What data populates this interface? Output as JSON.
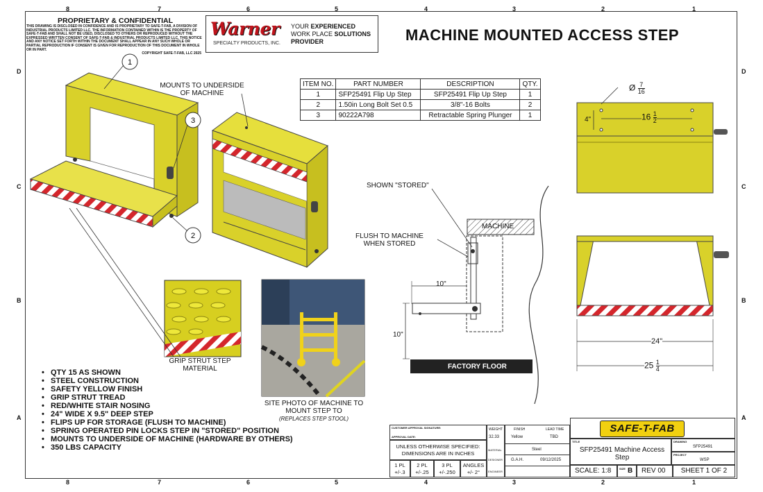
{
  "zones": {
    "top": [
      "8",
      "7",
      "6",
      "5",
      "4",
      "3",
      "2",
      "1"
    ],
    "bottom": [
      "8",
      "7",
      "6",
      "5",
      "4",
      "3",
      "2",
      "1"
    ],
    "left": [
      "D",
      "C",
      "B",
      "A"
    ],
    "right": [
      "D",
      "C",
      "B",
      "A"
    ]
  },
  "proprietary": {
    "title": "PROPRIETARY & CONFIDENTIAL",
    "text": "THIS DRAWING IS DISCLOSED IN CONFIDENCE AND IS PROPRIETARY TO SAFE-T-FAB, A DIVISION OF INDUSTRIAL PRODUCTS LIMITED LLC. THE INFORMATION CONTAINED WITHIN IS THE PROPERTY OF SAFE-T-FAB AND SHALL NOT BE USED, DISCLOSED TO OTHERS OR REPRODUCED WITHOUT THE EXPRESSED WRITTEN CONSENT OF SAFE-T-FAB & INDUSTRIAL PRODUCTS LIMITED LLC. THIS NOTICE AND ANY NOTICE SET FORTH WITHIN THE DOCUMENT SHALL APPEAR IN ANY SUCH WHOLE OR PARTIAL REPRODUCTION IF CONSENT IS GIVEN FOR REPRODUCTION OF THIS DOCUMENT IN WHOLE OR IN PART.",
    "copyright": "COPYRIGHT   SAFE-T-FAB, LLC 2025"
  },
  "warner": {
    "logo": "Warner",
    "sub": "SPECIALTY PRODUCTS, INC.",
    "line1a": "YOUR ",
    "line1b": "EXPERIENCED",
    "line2a": "WORK PLACE ",
    "line2b": "SOLUTIONS",
    "line3": "PROVIDER"
  },
  "title": "MACHINE MOUNTED ACCESS STEP",
  "bom": {
    "headers": [
      "ITEM NO.",
      "PART NUMBER",
      "DESCRIPTION",
      "QTY."
    ],
    "rows": [
      [
        "1",
        "SFP25491 Flip Up Step",
        "SFP25491 Flip Up Step",
        "1"
      ],
      [
        "2",
        "1.50in Long Bolt Set 0.5",
        "3/8\"-16 Bolts",
        "2"
      ],
      [
        "3",
        "90222A798",
        "Retractable Spring Plunger",
        "1"
      ]
    ]
  },
  "balloons": [
    "1",
    "3",
    "2"
  ],
  "labels": {
    "mounts1": "MOUNTS TO UNDERSIDE",
    "mounts2": "OF MACHINE",
    "shown_stored": "SHOWN \"STORED\"",
    "flush1": "FLUSH TO MACHINE",
    "flush2": "WHEN STORED",
    "machine": "MACHINE",
    "factory_floor": "FACTORY FLOOR",
    "dim_10a": "10\"",
    "dim_10b": "10\"",
    "grip1": "GRIP STRUT STEP",
    "grip2": "MATERIAL",
    "photo1": "SITE PHOTO OF MACHINE TO",
    "photo2": "MOUNT STEP TO",
    "photo3": "(REPLACES STEP STOOL)",
    "dia_prefix": "Ø",
    "dia_num": "7",
    "dia_den": "16",
    "dim_4": "4\"",
    "dim_16_whole": "16",
    "dim_16_num": "1",
    "dim_16_den": "2",
    "dim_24": "24\"",
    "dim_25_whole": "25",
    "dim_25_num": "1",
    "dim_25_den": "4"
  },
  "notes": [
    "QTY 15 AS SHOWN",
    "STEEL CONSTRUCTION",
    "SAFETY YELLOW FINISH",
    "GRIP STRUT TREAD",
    "RED/WHITE STAIR NOSING",
    "24\" WIDE X 9.5\" DEEP STEP",
    "FLIPS UP FOR STORAGE (FLUSH TO MACHINE)",
    "SPRING OPERATED PIN LOCKS STEP IN \"STORED\" POSITION",
    "MOUNTS TO UNDERSIDE OF MACHINE (HARDWARE BY OTHERS)",
    "350 LBS CAPACITY"
  ],
  "titleblock": {
    "customer_approval": "CUSTOMER APPROVAL SIGNATURE:",
    "approval_date": "APPROVAL DATE:",
    "unless": "UNLESS OTHERWISE SPECIFIED:",
    "dims": "DIMENSIONS ARE IN INCHES",
    "tol_headers": [
      "1 PL",
      "2 PL",
      "3 PL",
      "ANGLES"
    ],
    "tol_values": [
      "+/-.3",
      "+/-.25",
      "+/-.250",
      "+/- 2°"
    ],
    "weight_h": "WEIGHT",
    "weight_v": "32.33",
    "finish_h": "FINISH",
    "finish_v": "Yellow",
    "lead_h": "LEAD TIME",
    "lead_v": "TBD",
    "material_h": "MATERIAL",
    "material_v": "Steel",
    "designer_h": "DESIGNER",
    "designer_v": "G.A.H.",
    "date_v": "09/12/2025",
    "engineer_h": "ENGINEER",
    "logo": "SAFE-T-FAB",
    "title_h": "TITLE",
    "title_v": "SFP25491 Machine Access Step",
    "drawing_h": "DRAWING",
    "drawing_v": "SFP25491",
    "project_h": "PROJECT",
    "project_v": "WSP",
    "scale": "SCALE: 1:8",
    "size_h": "SIZE",
    "size_v": "B",
    "rev": "REV 00",
    "sheet": "SHEET 1 OF 2"
  }
}
